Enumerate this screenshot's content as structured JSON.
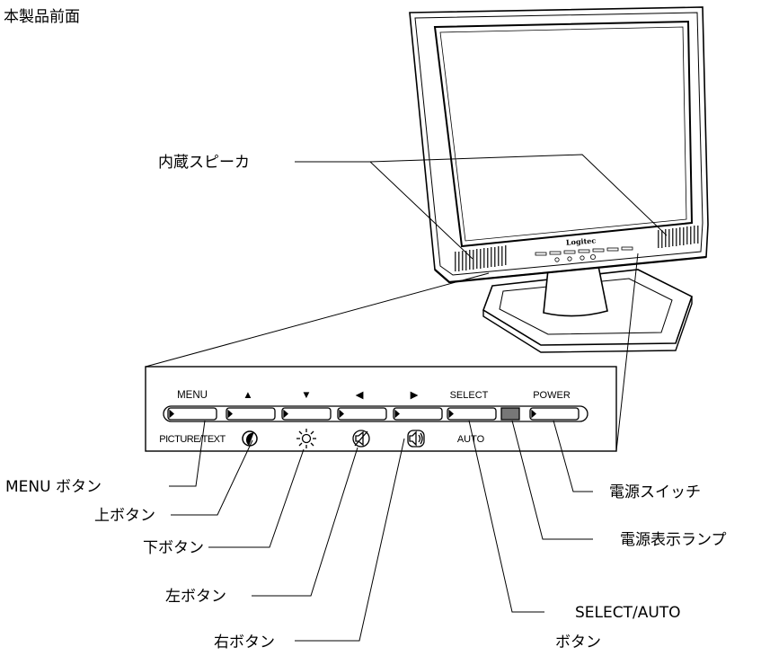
{
  "title": "本製品前面",
  "monitor": {
    "brand": "Logitec"
  },
  "panel": {
    "buttons": [
      {
        "top": "MENU",
        "bottom": "PICTURE/TEXT",
        "bottom_icon": "contrast-icon"
      },
      {
        "top": "▲",
        "bottom_icon": "brightness-icon"
      },
      {
        "top": "▼",
        "bottom_icon": "mute-icon"
      },
      {
        "top": "◀",
        "bottom_icon": "speaker-icon"
      },
      {
        "top": "▶"
      },
      {
        "top": "SELECT",
        "bottom": "AUTO"
      },
      {
        "top": "POWER"
      }
    ]
  },
  "callouts": {
    "speaker": "内蔵スピーカ",
    "menu": "MENU ボタン",
    "up": "上ボタン",
    "down": "下ボタン",
    "left": "左ボタン",
    "right": "右ボタン",
    "power_switch": "電源スイッチ",
    "power_lamp": "電源表示ランプ",
    "select_line1": "SELECT/AUTO",
    "select_line2": "ボタン"
  }
}
